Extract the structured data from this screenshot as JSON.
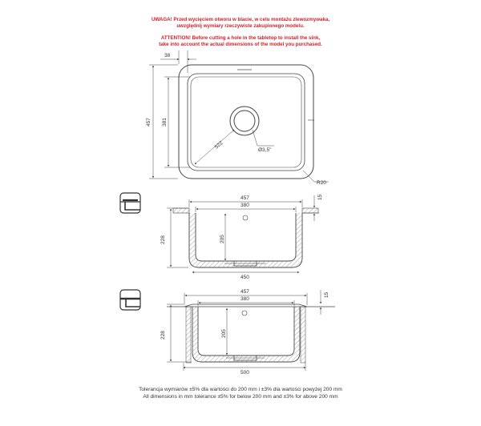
{
  "warnings": {
    "pl_line1": "UWAGA! Przed wycięciem otworu w blacie, w celu montażu zlewozmywaka,",
    "pl_line2": "uwzględnij wymiary rzeczywiste zakupionego modelu.",
    "en_line1": "ATTENTION! Before cutting a hole in the tabletop to install the sink,",
    "en_line2": "take into account the actual dimensions of the model you purchased."
  },
  "top_view": {
    "dim_rim": "38",
    "dim_outer_height": "457",
    "dim_inner_height": "381",
    "dim_diagonal": "522",
    "dim_drain": "Ø3,5\"",
    "dim_radius": "R20"
  },
  "section_undermount": {
    "dim_overall_width": "457",
    "dim_bowl_width": "380",
    "dim_rim_thickness": "15",
    "dim_total_depth": "228",
    "dim_bowl_depth": "205",
    "dim_cutout": "450"
  },
  "section_topmount": {
    "dim_overall_width": "457",
    "dim_bowl_width": "380",
    "dim_rim_thickness": "15",
    "dim_total_depth": "228",
    "dim_bowl_depth": "205",
    "dim_cabinet": "500"
  },
  "footer": {
    "pl": "Tolerancja wymiarów ±5% dla wartości do 200 mm i ±3% dla wartości powyżej 200 mm",
    "en": "All dimensions in mm tolerance ±5% for below 200 mm and ±3% for above 200 mm"
  },
  "colors": {
    "line": "#444444",
    "warning": "#d41f26",
    "hatch": "#777777"
  }
}
